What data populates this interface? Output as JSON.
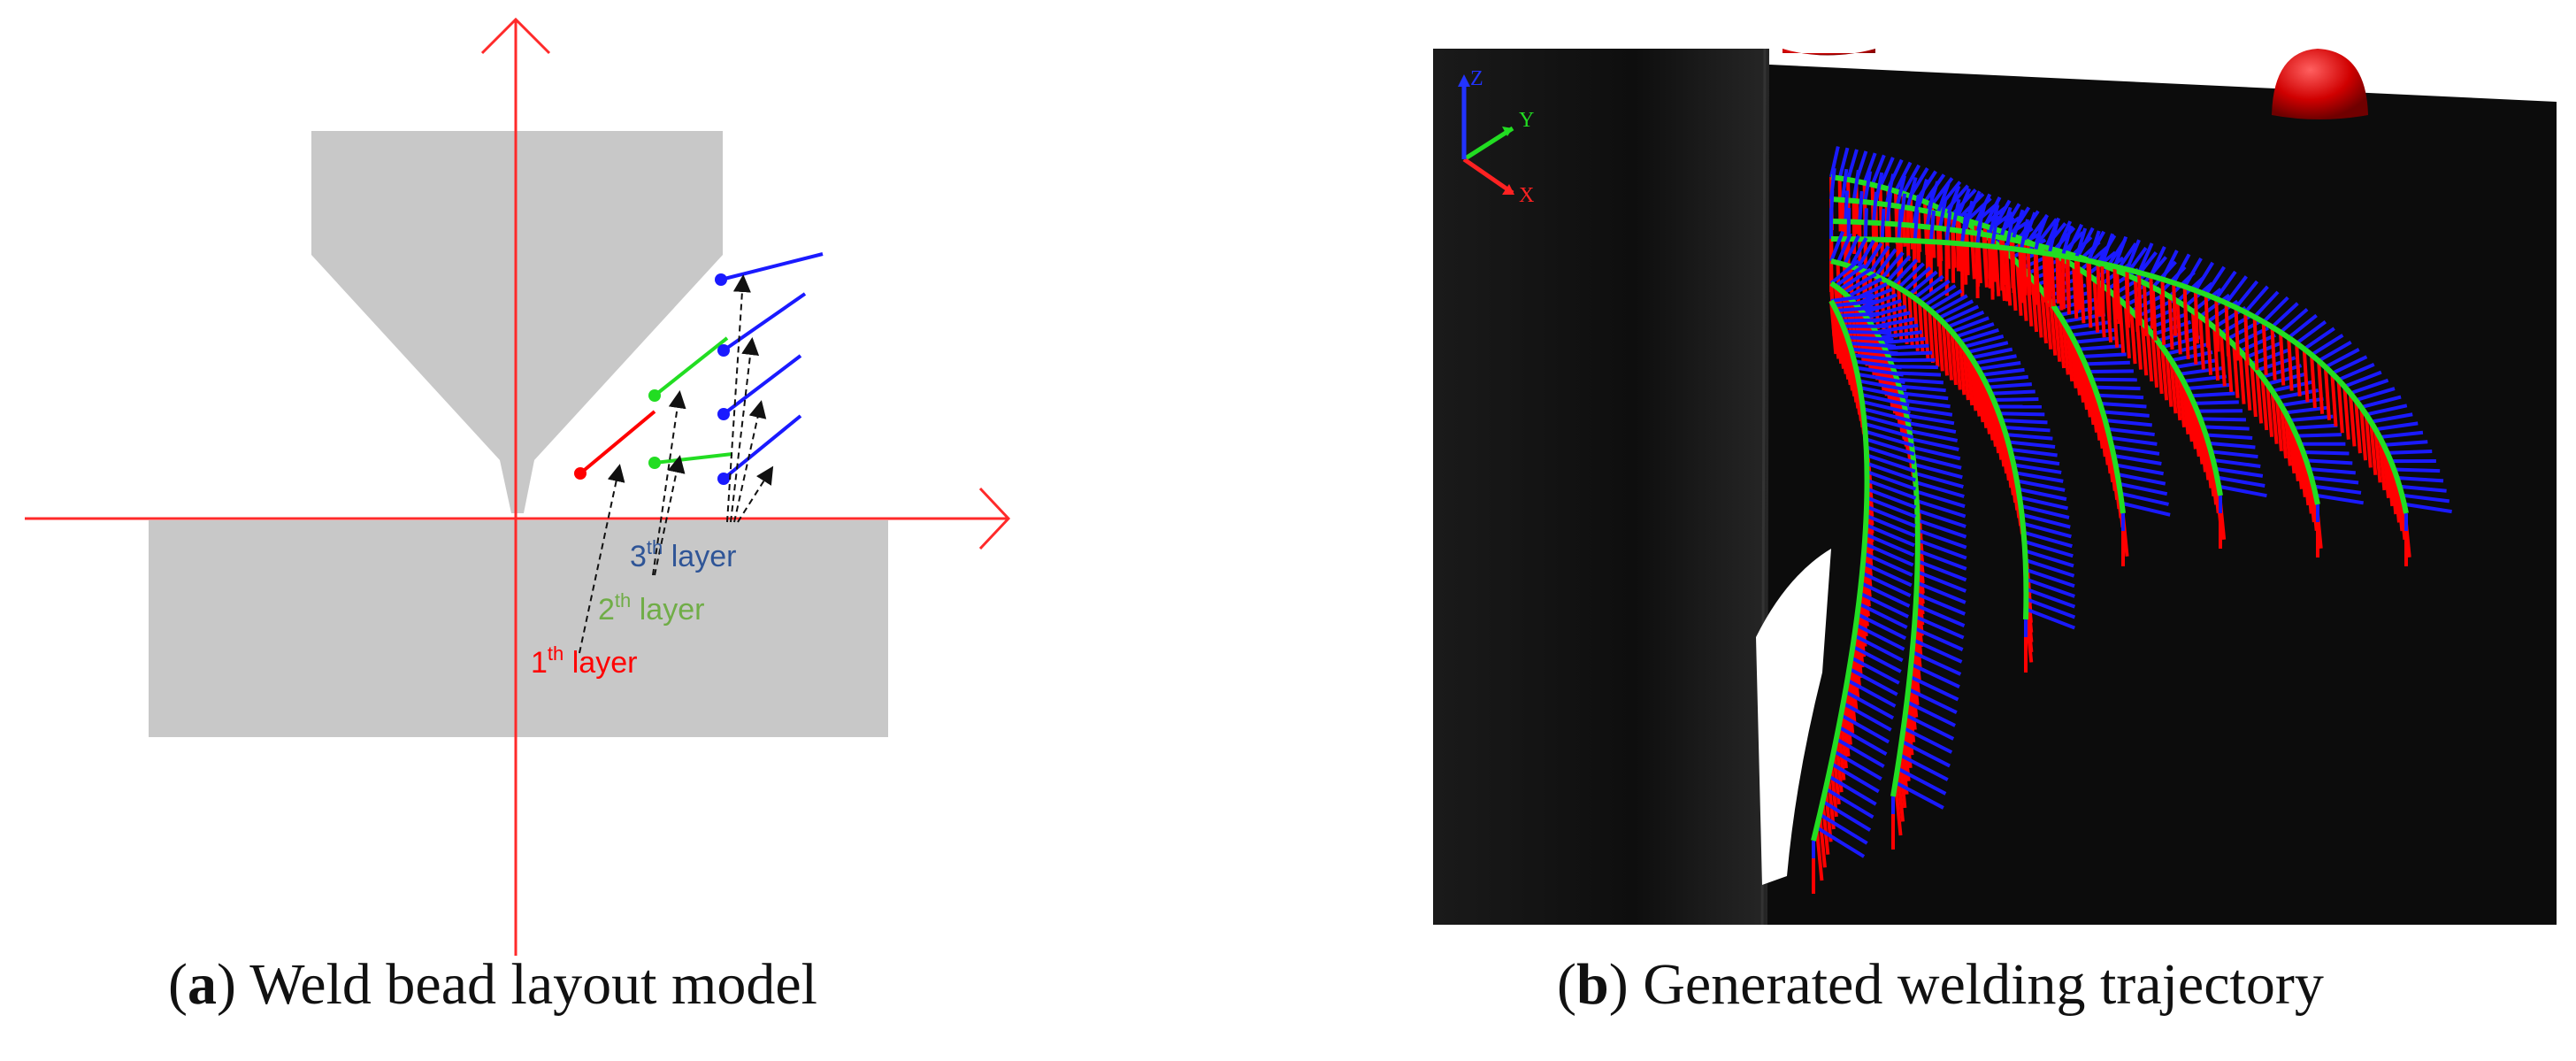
{
  "panel_a": {
    "caption_letter": "a",
    "caption_text": "Weld bead layout model",
    "labels": [
      {
        "base": "1",
        "sup": "th",
        "word": " layer",
        "color": "#ff0000"
      },
      {
        "base": "2",
        "sup": "th",
        "word": " layer",
        "color": "#70ad47"
      },
      {
        "base": "3",
        "sup": "th",
        "word": " layer",
        "color": "#2f5597"
      }
    ]
  },
  "panel_b": {
    "caption_letter": "b",
    "caption_text": "Generated welding trajectory",
    "axes": {
      "y": "Y",
      "x": "X",
      "z": "Z"
    }
  },
  "colors": {
    "axis_red": "#ff2a2a",
    "plate_gray": "#c8c8c8",
    "layer1": "#ff0000",
    "layer2": "#22dd22",
    "layer3": "#1a1aff",
    "dark_surface": "#0c0c0c"
  }
}
